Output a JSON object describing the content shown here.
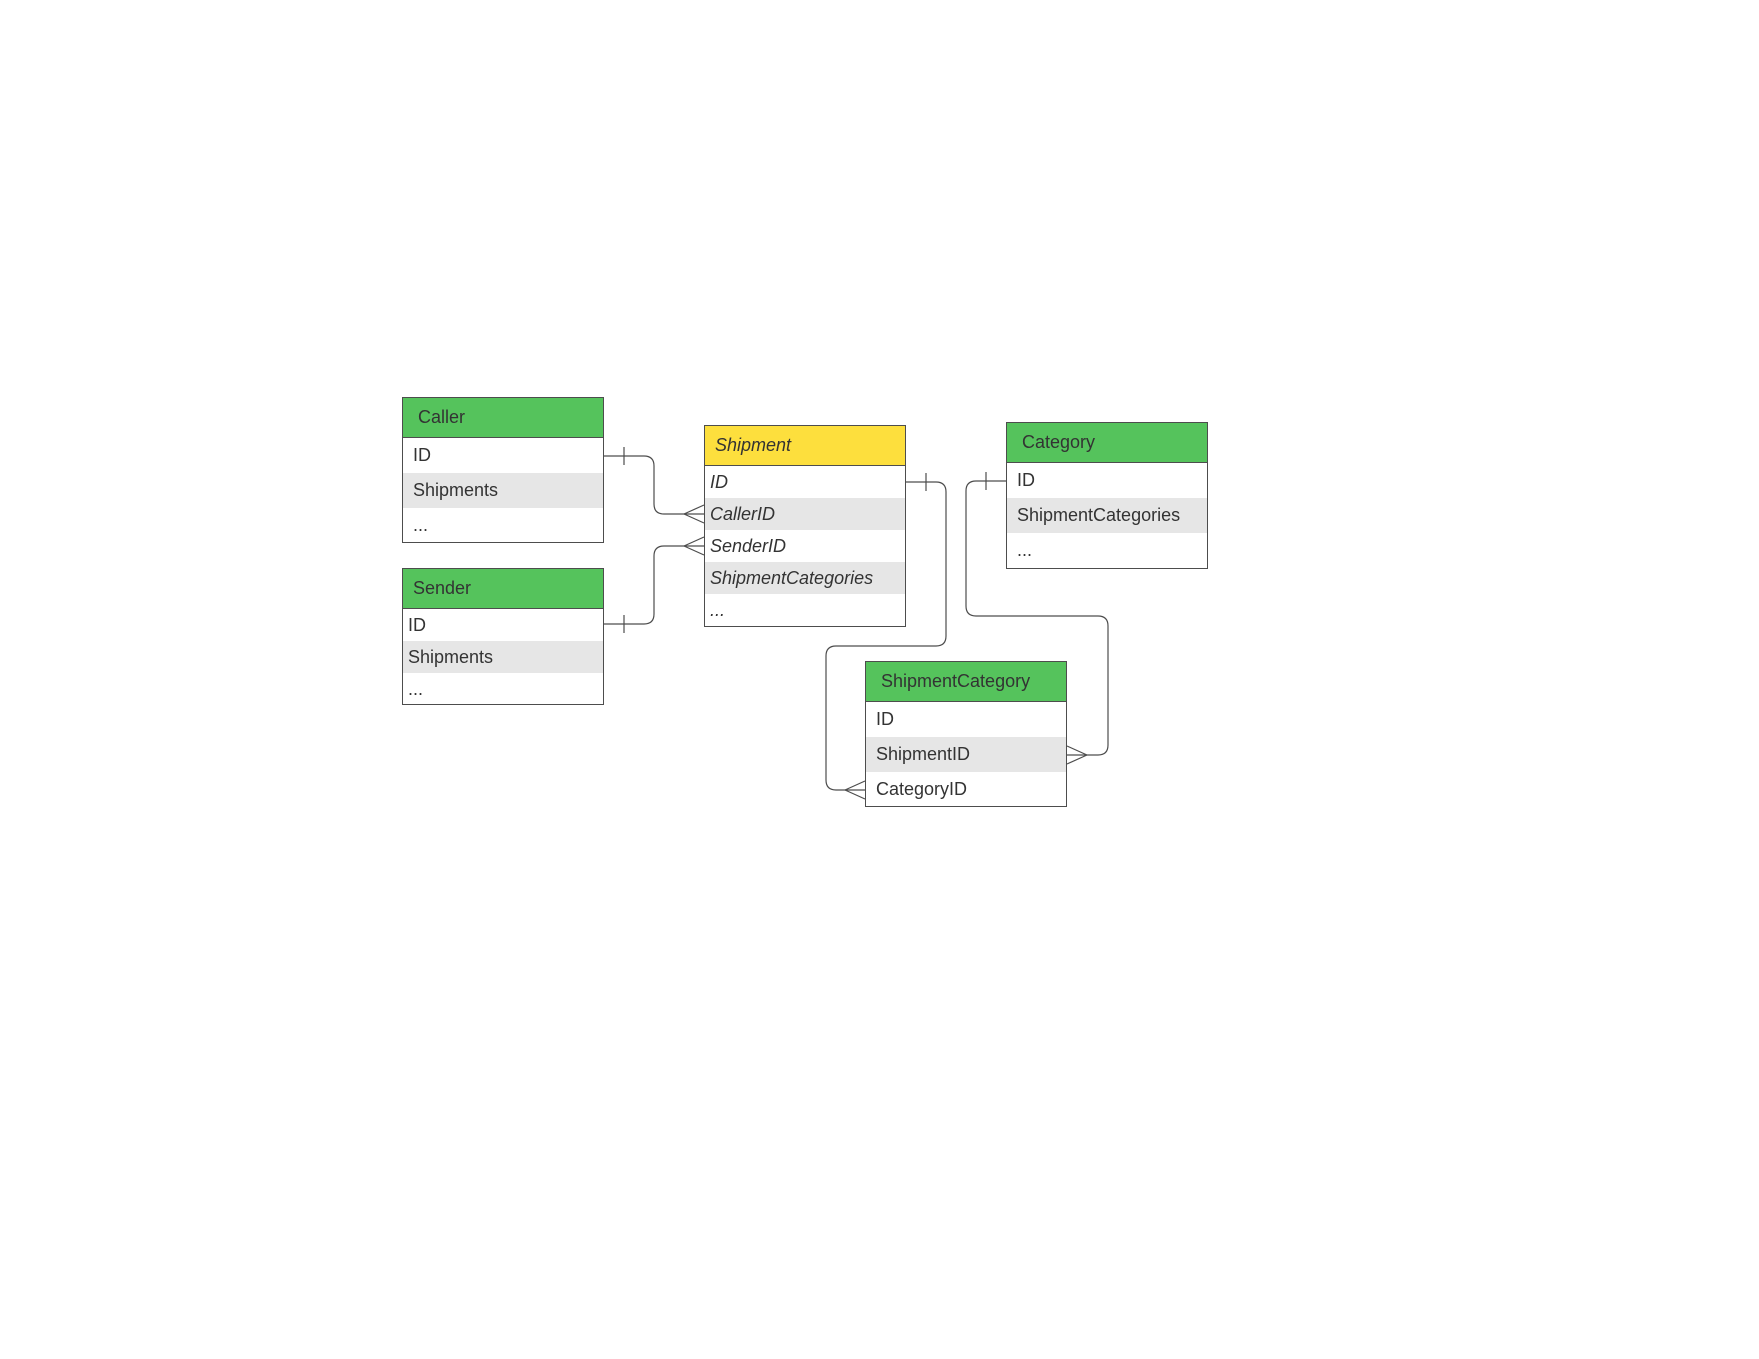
{
  "colors": {
    "entity_header": "#55c35c",
    "highlight_header": "#fddf3d",
    "row_shade": "#e6e6e6",
    "border": "#4d4d4d",
    "connector": "#4d4d4d"
  },
  "entities": {
    "caller": {
      "title": "Caller",
      "fields": [
        "ID",
        "Shipments",
        "..."
      ]
    },
    "sender": {
      "title": "Sender",
      "fields": [
        "ID",
        "Shipments",
        "..."
      ]
    },
    "shipment": {
      "title": "Shipment",
      "fields": [
        "ID",
        "CallerID",
        "SenderID",
        "ShipmentCategories",
        "..."
      ]
    },
    "category": {
      "title": "Category",
      "fields": [
        "ID",
        "ShipmentCategories",
        "..."
      ]
    },
    "shipment_category": {
      "title": "ShipmentCategory",
      "fields": [
        "ID",
        "ShipmentID",
        "CategoryID"
      ]
    }
  },
  "relationships": [
    {
      "from": "Caller.ID",
      "to": "Shipment.CallerID",
      "from_end": "one",
      "to_end": "many"
    },
    {
      "from": "Sender.ID",
      "to": "Shipment.SenderID",
      "from_end": "one",
      "to_end": "many"
    },
    {
      "from": "Shipment.ID",
      "to": "ShipmentCategory.CategoryID",
      "from_end": "one",
      "to_end": "many"
    },
    {
      "from": "Category.ID",
      "to": "ShipmentCategory.ShipmentID",
      "from_end": "one",
      "to_end": "many"
    }
  ]
}
